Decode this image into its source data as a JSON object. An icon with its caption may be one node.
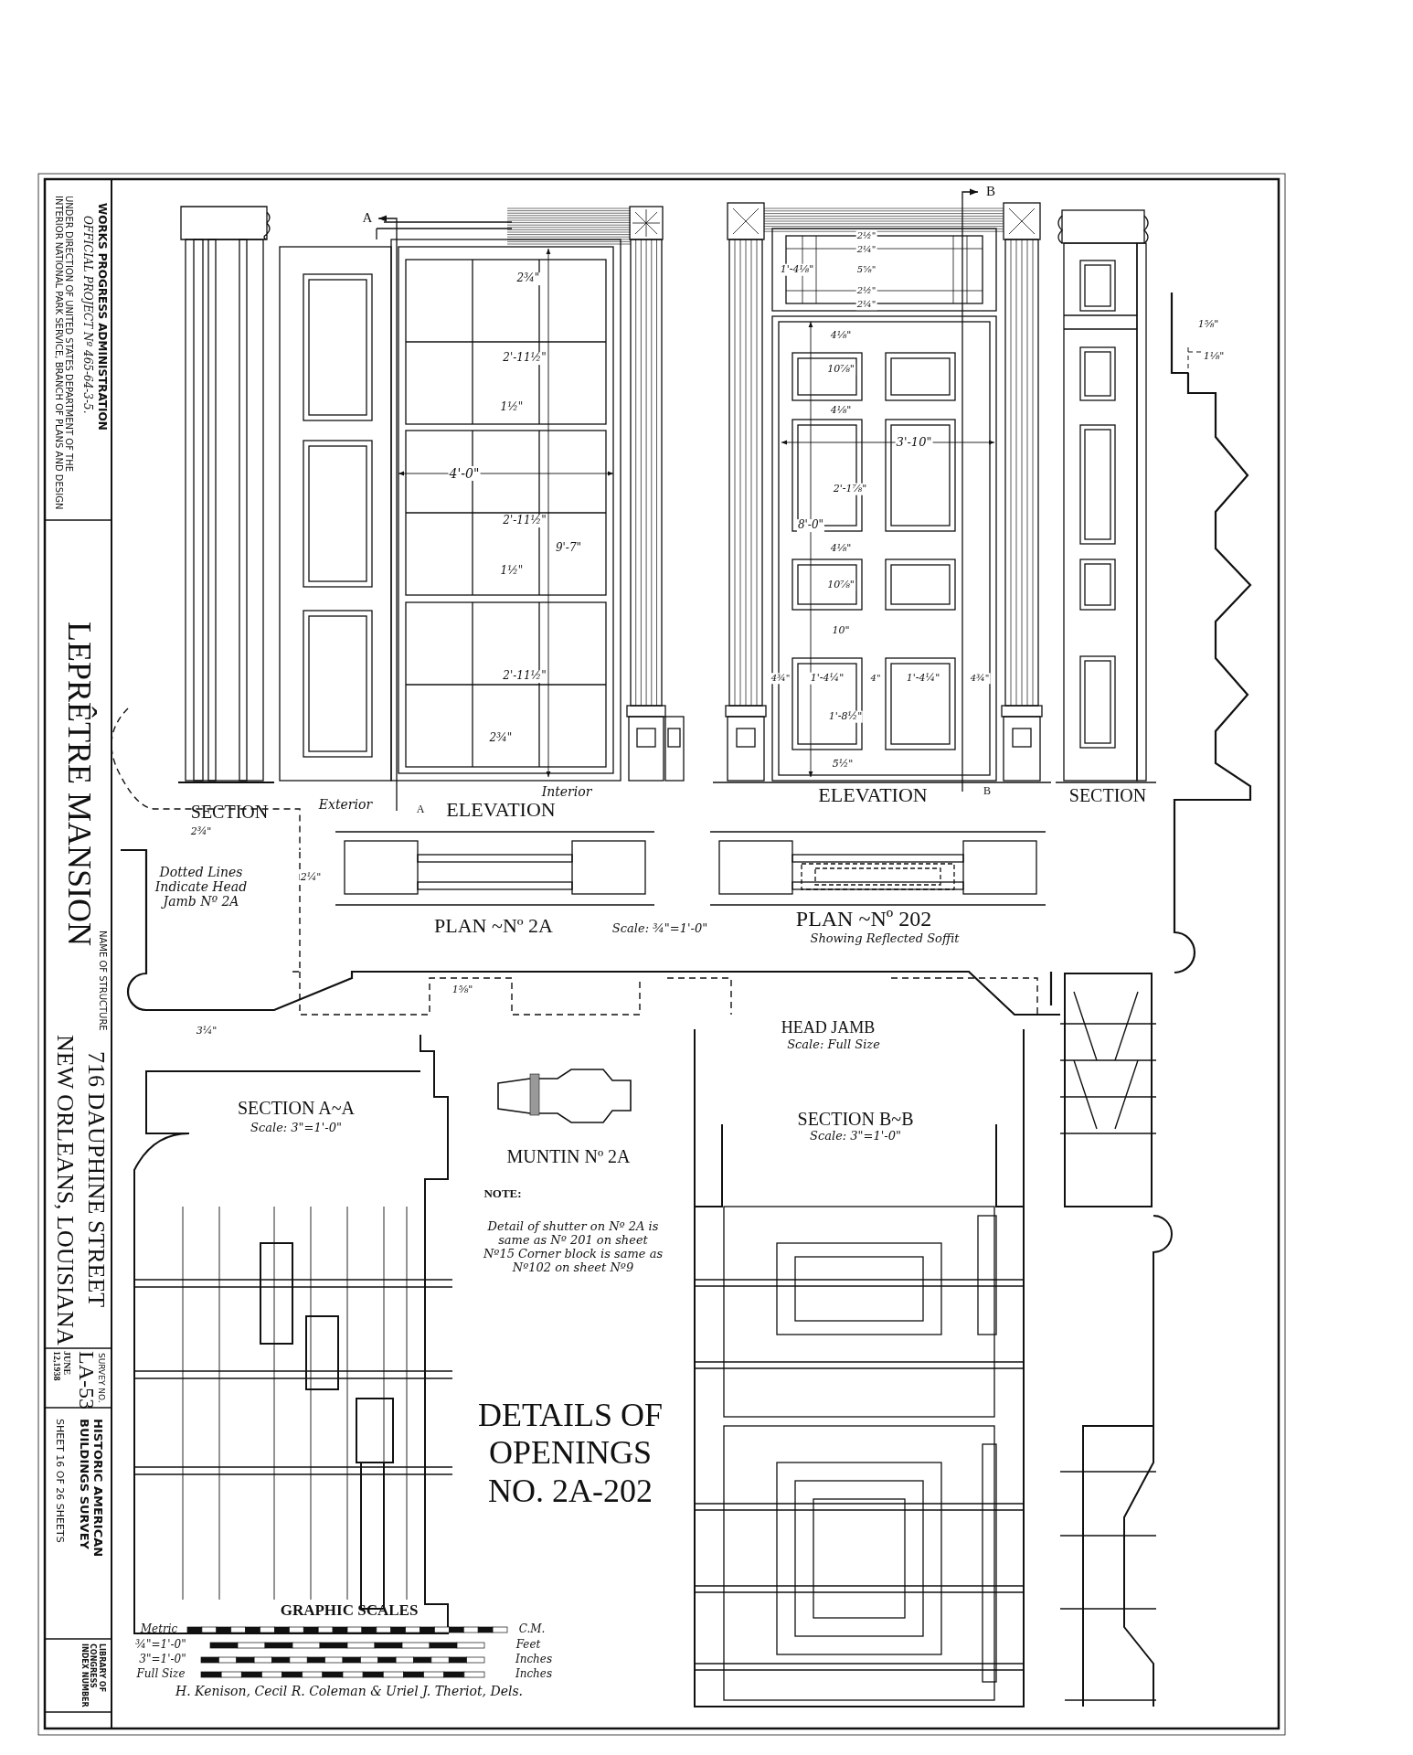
{
  "diagram": {
    "title": "DETAILS OF OPENINGS NO. 2A-202",
    "labels": [
      "WORKS PROGRESS ADMINISTRATION",
      "OFFICIAL PROJECT Nº 465-64-3-5.",
      "UNDER DIRECTION OF UNITED STATES DEPARTMENT OF THE INTERIOR NATIONAL PARK SERVICE, BRANCH OF PLANS AND DESIGN",
      "LEPRÊTRE MANSION",
      "NAME OF STRUCTURE",
      "716 DAUPHINE STREET",
      "NEW ORLEANS, LOUISIANA",
      "SURVEY NO.",
      "LA-53",
      "JUNE 12,1938",
      "HISTORIC AMERICAN BUILDINGS SURVEY",
      "SHEET 16 OF 26 SHEETS",
      "LIBRARY OF CONGRESS INDEX NUMBER",
      "A",
      "B",
      "2¾\"",
      "2'-11½\"",
      "1½\"",
      "4'-0\"",
      "2'-11½\"",
      "9'-7\"",
      "1½\"",
      "2'-11½\"",
      "2¾\"",
      "1'-4⅛\"",
      "2½\"",
      "2¼\"",
      "5⅝\"",
      "2½\"",
      "2¼\"",
      "4⅛\"",
      "10⅞\"",
      "4⅛\"",
      "3'-10\"",
      "8'-0\"",
      "2'-1⅞\"",
      "4⅛\"",
      "10⅞\"",
      "10\"",
      "4¾\"",
      "1'-4¼\"",
      "4\"",
      "1'-4¼\"",
      "4¾\"",
      "1'-8½\"",
      "5½\"",
      "1⅝\"",
      "1⅛\"",
      "SECTION",
      "Exterior",
      "A",
      "ELEVATION",
      "Interior",
      "ELEVATION",
      "B",
      "SECTION",
      "2¾\"",
      "Dotted Lines Indicate Head Jamb Nº 2A",
      "2¼\"",
      "PLAN ~Nº 2A",
      "Scale: ¾\"=1'-0\"",
      "PLAN ~Nº 202",
      "Showing Reflected Soffit",
      "1⅝\"",
      "3¼\"",
      "HEAD JAMB",
      "Scale: Full Size",
      "SECTION A~A",
      "Scale: 3\"=1'-0\"",
      "MUNTIN Nº 2A",
      "NOTE:",
      "Detail of shutter on Nº 2A is same as Nº 201 on sheet Nº15 Corner block is same as Nº102 on sheet Nº9",
      "SECTION B~B",
      "Scale: 3\"=1'-0\"",
      "GRAPHIC SCALES",
      "Metric",
      "C.M.",
      "¾\"=1'-0\"",
      "Feet",
      "3\"=1'-0\"",
      "Inches",
      "Full Size",
      "Inches",
      "H. Kenison, Cecil R. Coleman & Uriel J. Theriot, Dels."
    ]
  }
}
